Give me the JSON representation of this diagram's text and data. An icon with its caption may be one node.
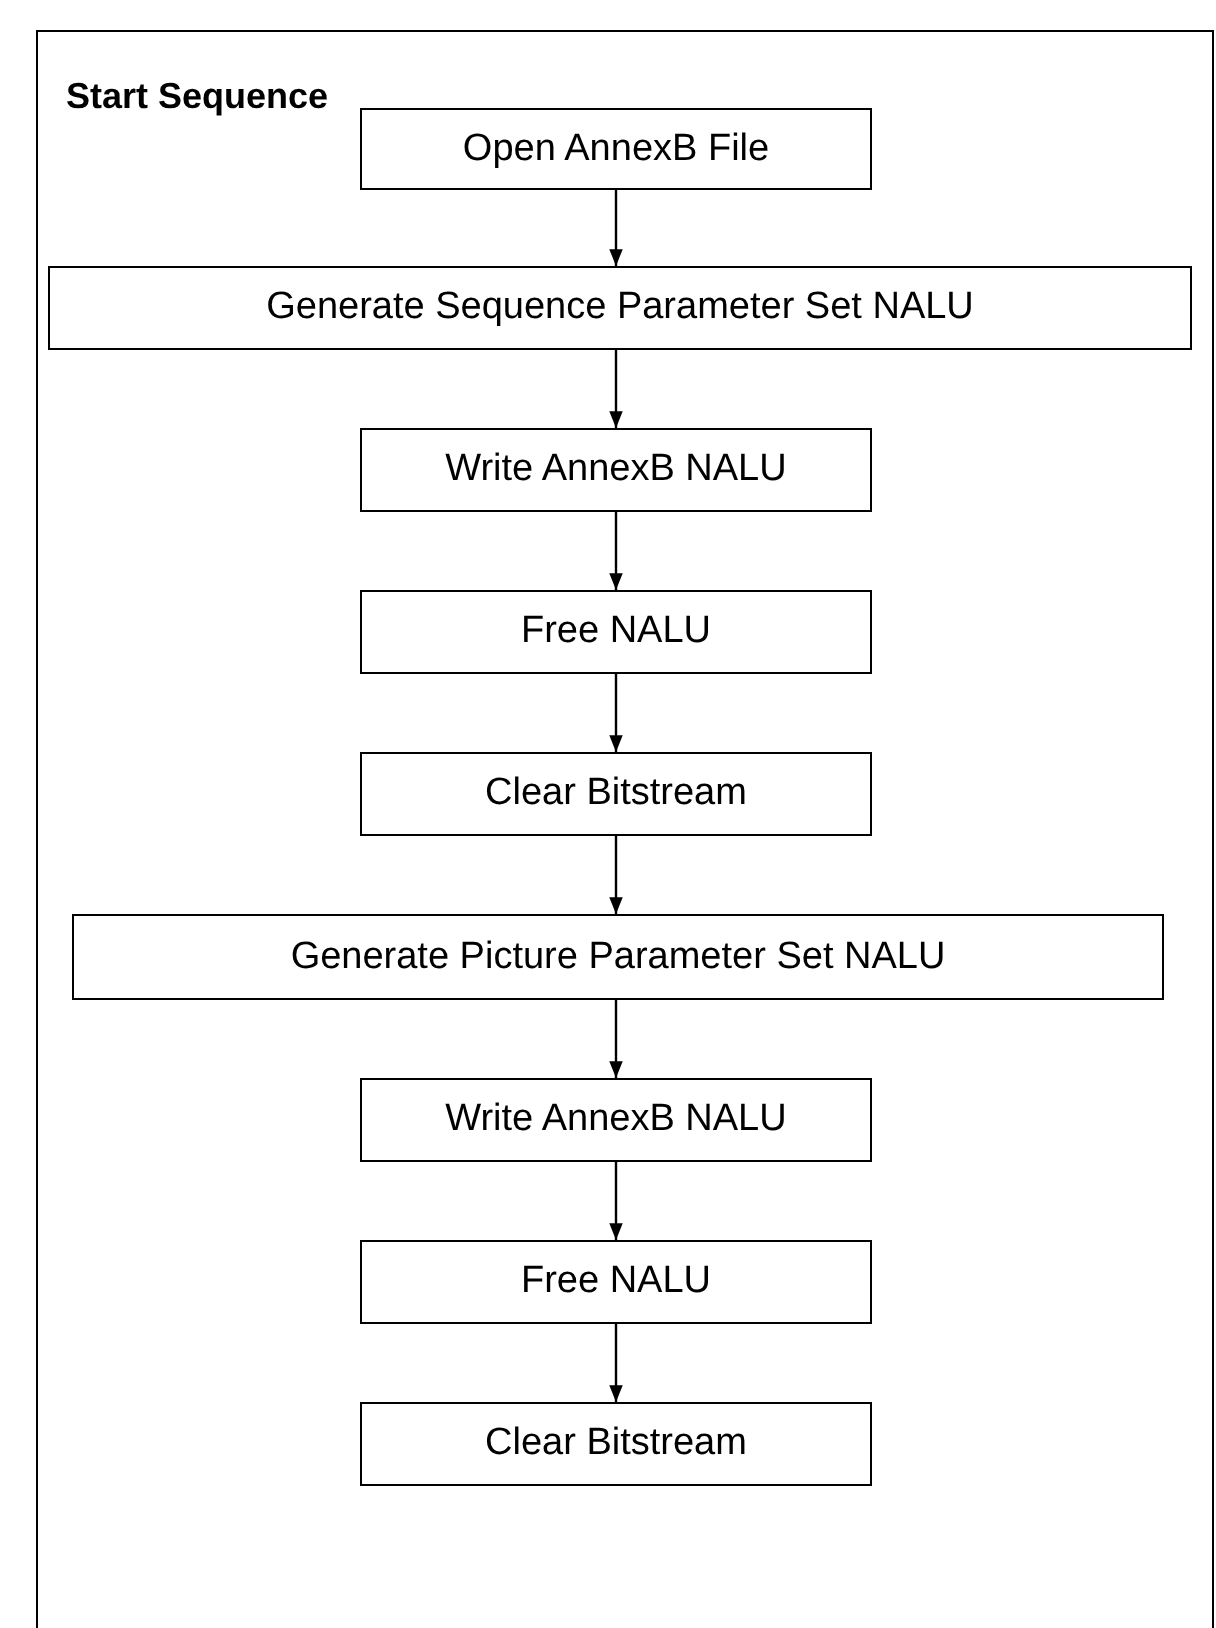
{
  "diagram": {
    "nodes": [
      {
        "text": [
          "Start Sequence"
        ]
      },
      {
        "text": [
          "Open AnnexB File"
        ],
        "in": 0
      },
      {
        "text": [
          "Generate Sequence Parameter Set NALU"
        ],
        "in": 0
      },
      {
        "text": [
          "Write AnnexB NALU"
        ],
        "in": 0
      },
      {
        "text": [
          "Free NALU"
        ],
        "in": 0
      },
      {
        "text": [
          "Clear Bitstream"
        ],
        "in": 0
      },
      {
        "text": [
          "Generate Picture Parameter Set NALU"
        ],
        "in": 0
      },
      {
        "text": [
          "Write AnnexB NALU"
        ],
        "in": 0
      },
      {
        "text": [
          "Free NALU"
        ],
        "in": 0
      },
      {
        "text": [
          "Clear Bitstream"
        ],
        "in": 0
      }
    ],
    "edges": [
      {
        "from": 1,
        "to": 2,
        "arrow": "to"
      },
      {
        "from": 2,
        "to": 3,
        "arrow": "to"
      },
      {
        "from": 3,
        "to": 4,
        "arrow": "to"
      },
      {
        "from": 4,
        "to": 5,
        "arrow": "to"
      },
      {
        "from": 5,
        "to": 6,
        "arrow": "to"
      },
      {
        "from": 6,
        "to": 7,
        "arrow": "to"
      },
      {
        "from": 7,
        "to": 8,
        "arrow": "to"
      },
      {
        "from": 8,
        "to": 9,
        "arrow": "to"
      }
    ]
  }
}
